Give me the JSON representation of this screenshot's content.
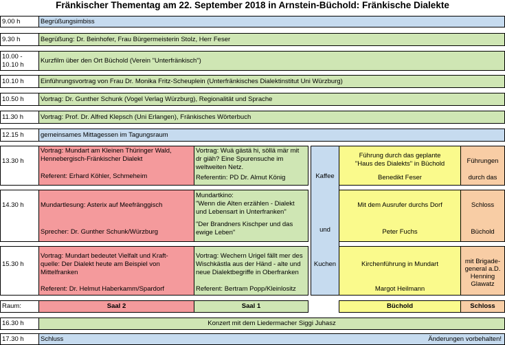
{
  "title": "Fränkischer Thementag am 22. September 2018 in Arnstein-Büchold: Fränkische Dialekte",
  "schedule": [
    {
      "time": "9.00 h",
      "text": "Begrüßungsimbiss"
    },
    {
      "time": "9.30 h",
      "text": "Begrüßung: Dr. Beinhofer, Frau Bürgermeisterin Stolz, Herr Feser"
    },
    {
      "time_line1": "10.00 -",
      "time_line2": "10.10 h",
      "text": "Kurzfilm über den Ort Büchold (Verein \"Unterfränkisch\")"
    },
    {
      "time": "10.10 h",
      "text": "Einführungsvortrag von Frau Dr. Monika Fritz-Scheuplein (Unterfränkisches Dialektinstitut Uni Würzburg)"
    },
    {
      "time": "10.50 h",
      "text": "Vortrag: Dr. Gunther Schunk (Vogel Verlag Würzburg), Regionalität und Sprache"
    },
    {
      "time": "11.30 h",
      "text": "Vortrag: Prof. Dr. Alfred Klepsch (Uni Erlangen),  Fränkisches Wörterbuch"
    },
    {
      "time": "12.15 h",
      "text": "gemeinsames Mittagessen im Tagungsraum"
    }
  ],
  "sessions": {
    "s1330": {
      "time": "13.30 h",
      "saal2": {
        "line1": "Vortrag: Mundart am Kleinen Thüringer Wald,",
        "line2": "Hennebergisch-Fränkischer Dialekt",
        "speaker": "Referent: Erhard Köhler, Schmeheim"
      },
      "saal1": {
        "line1": "Vortrag: Wuä gästä hi, söllä mär mit",
        "line2": "dr giäh? Eine Spurensuche im",
        "line3": "weltweiten Netz.",
        "speaker": "Referentin: PD Dr. Almut König"
      },
      "buechold": {
        "line1": "Führung durch das geplante",
        "line2": "\"Haus des Dialekts\" in Büchold",
        "speaker": "Benedikt Feser"
      },
      "schloss": {
        "line1": "Führungen",
        "line2": "durch das"
      }
    },
    "s1430": {
      "time": "14.30 h",
      "saal2": {
        "line1": "Mundartlesung: Asterix auf Meefränggisch",
        "speaker": "Sprecher: Dr. Gunther Schunk/Würzburg"
      },
      "saal1": {
        "line1": "Mundartkino:",
        "line2": "\"Wenn die Alten erzählen - Dialekt",
        "line3": "und Lebensart in Unterfranken\"",
        "line4": "\"Der Brandners Kischper und das",
        "line5": "ewige Leben\""
      },
      "buechold": {
        "line1": "Mit dem Ausrufer durchs Dorf",
        "speaker": "Peter Fuchs"
      },
      "schloss": {
        "line1": "Schloss",
        "line2": "Büchold"
      }
    },
    "s1530": {
      "time": "15.30 h",
      "saal2": {
        "line1": "Vortrag: Mundart bedeutet Vielfalt und Kraft-",
        "line2": "quelle: Der Dialekt heute am Beispiel von",
        "line3": "Mittelfranken",
        "speaker": "Referent: Dr. Helmut Haberkamm/Spardorf"
      },
      "saal1": {
        "line1": "Vortrag: Wechern Urigel fällt mer des",
        "line2": "Wischkästla aus der Händ - alte und",
        "line3": "neue Dialektbegriffe in Oberfranken",
        "speaker": "Referent: Bertram Popp/Kleinlositz"
      },
      "buechold": {
        "line1": "Kirchenführung in Mundart",
        "speaker": "Margot Heilmann"
      },
      "schloss": {
        "line1": "mit Brigade-",
        "line2": "general a.D.",
        "line3": "Henning",
        "line4": "Glawatz"
      }
    }
  },
  "coffee": {
    "line1": "Kaffee",
    "line2": "und",
    "line3": "Kuchen"
  },
  "rooms": {
    "label": "Raum:",
    "saal2": "Saal 2",
    "saal1": "Saal 1",
    "buechold": "Büchold",
    "schloss": "Schloss"
  },
  "concert": {
    "time": "16.30 h",
    "text": "Konzert mit dem Liedermacher Siggi Juhasz"
  },
  "end": {
    "time": "17.30 h",
    "text": "Schluss",
    "note": "Änderungen vorbehalten!"
  },
  "colors": {
    "blue": "#c6dbef",
    "green": "#cfe6b4",
    "red": "#f49a9c",
    "yellow": "#fafa8c",
    "peach": "#f8cda5"
  }
}
